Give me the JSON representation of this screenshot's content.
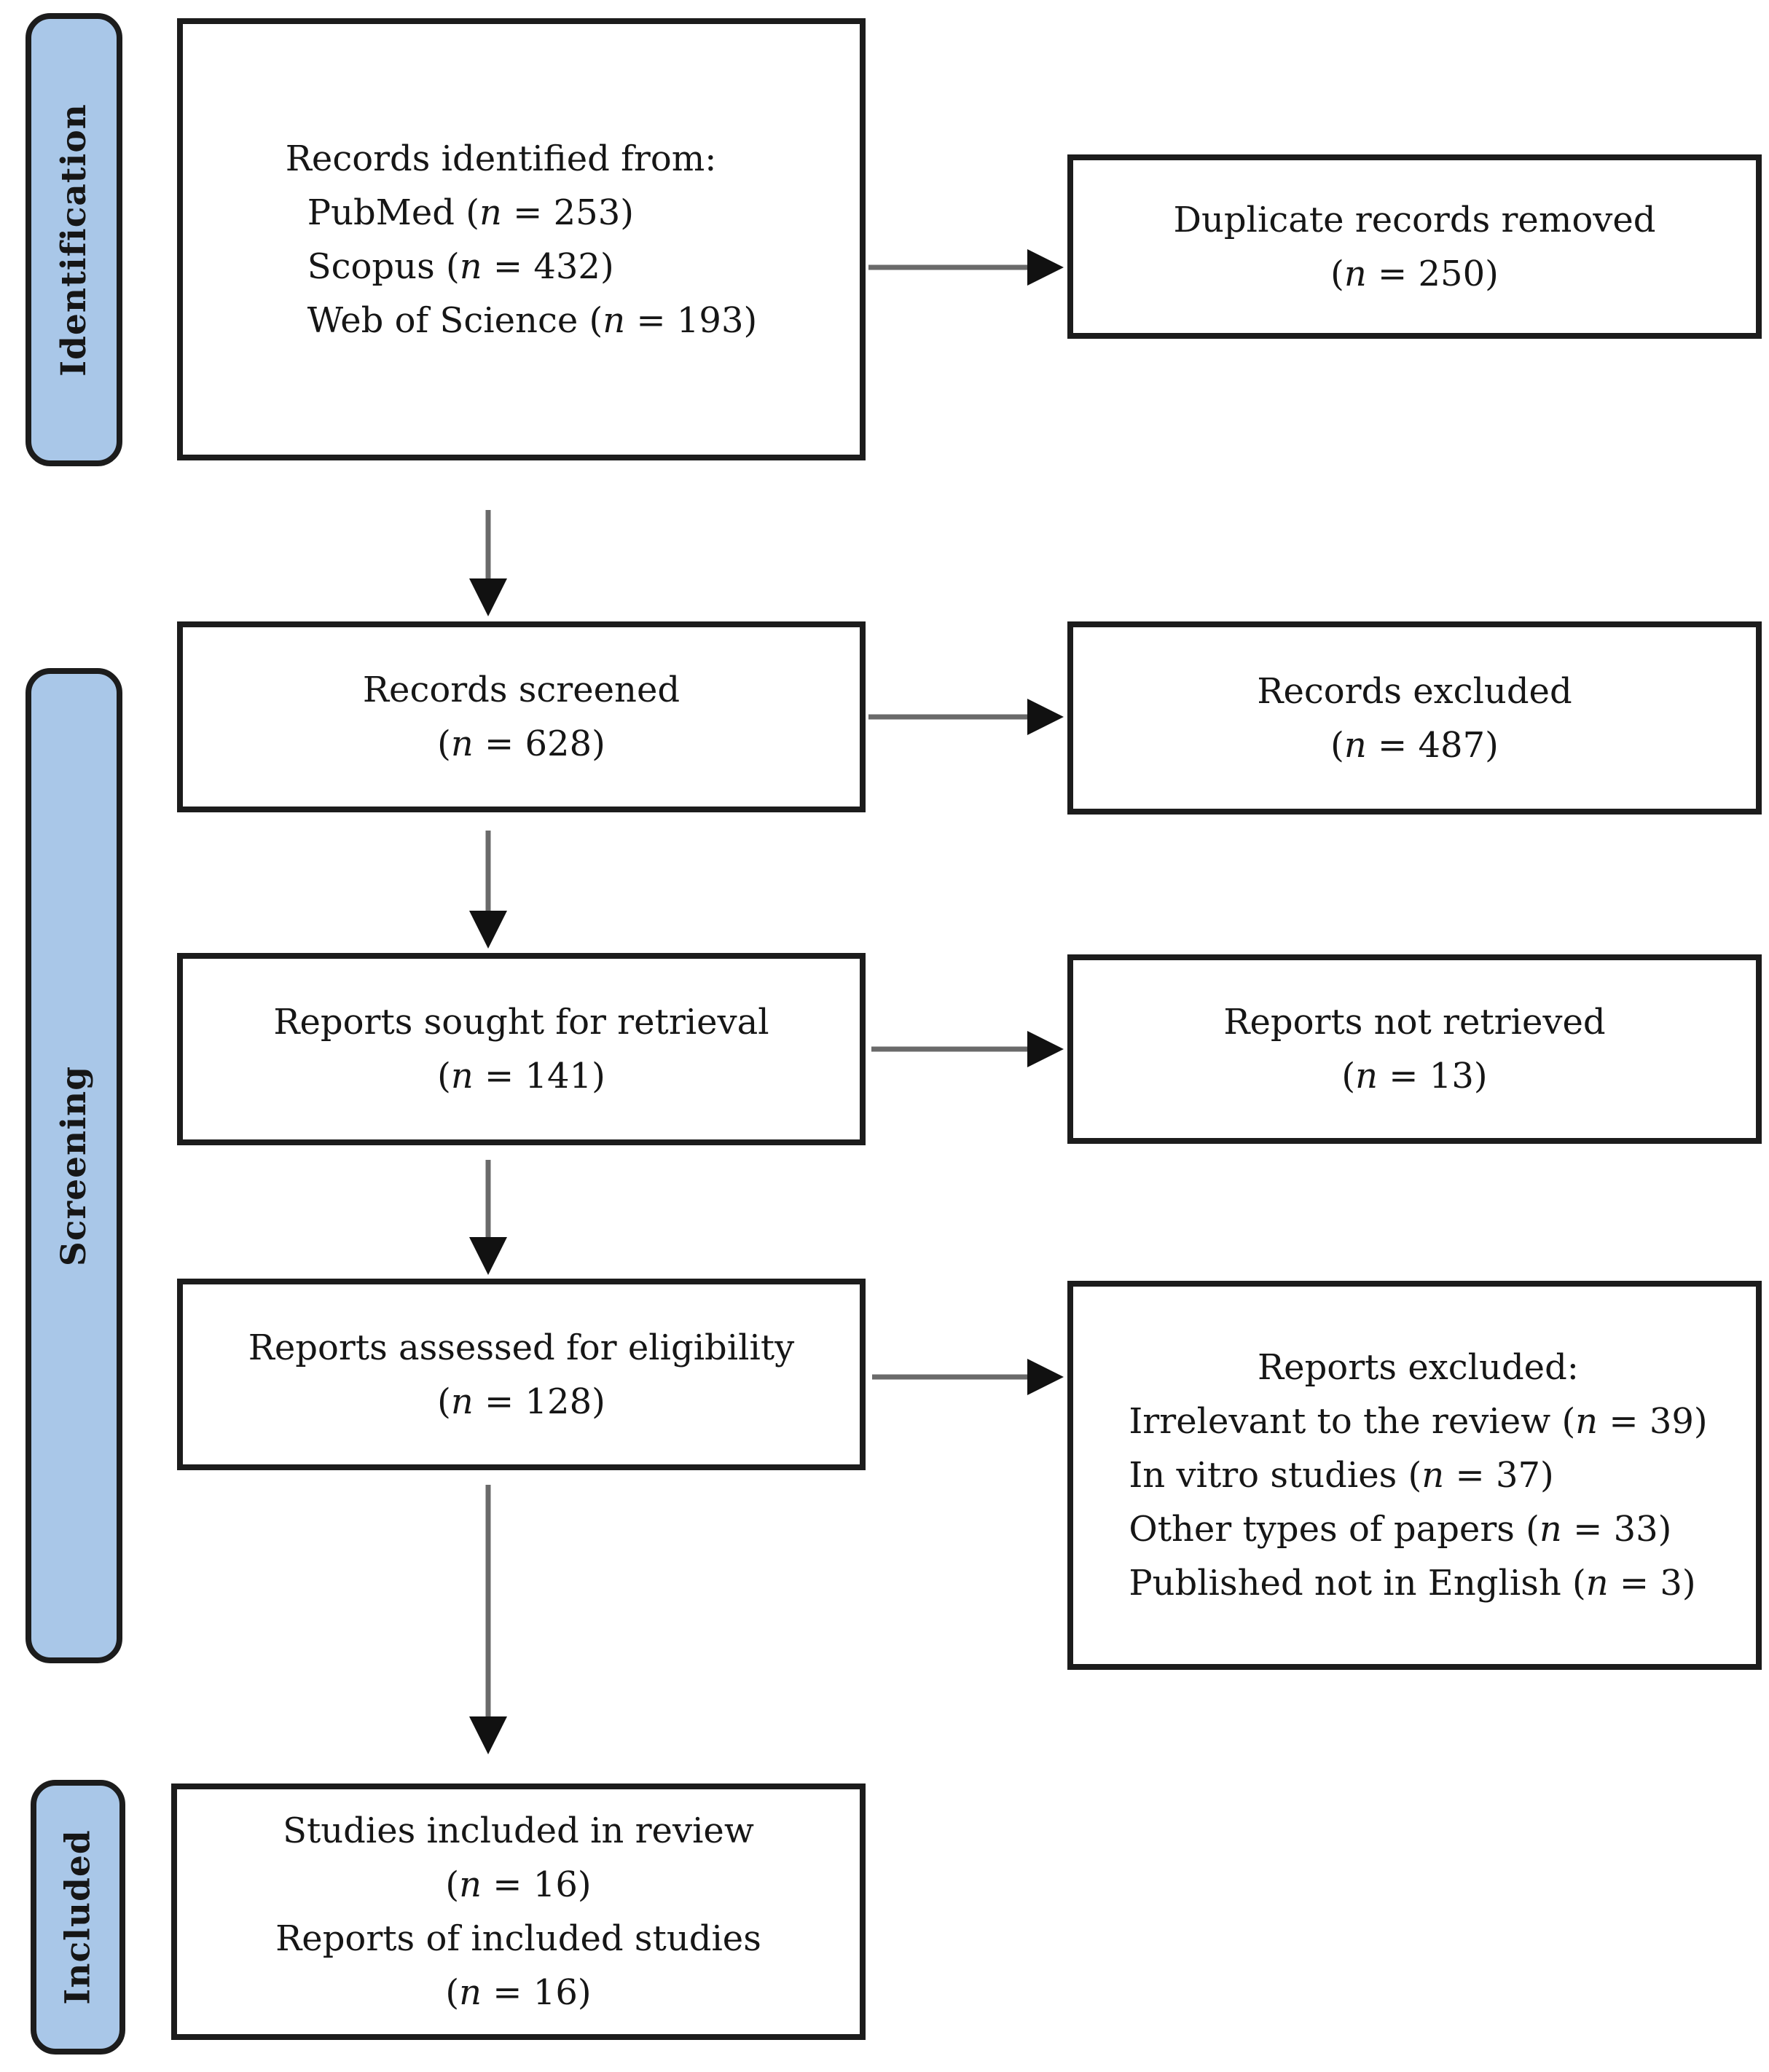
{
  "figure": {
    "stages": [
      {
        "label": "Identification"
      },
      {
        "label": "Screening"
      },
      {
        "label": "Included"
      }
    ],
    "flow_boxes": [
      {
        "lines": [
          "Records identified from:",
          "PubMed (n = 253)",
          "Scopus (n = 432)",
          "Web of Science (n = 193)"
        ]
      },
      {
        "lines": [
          "Records screened",
          "(n = 628)"
        ]
      },
      {
        "lines": [
          "Reports sought for retrieval",
          "(n = 141)"
        ]
      },
      {
        "lines": [
          "Reports assessed for eligibility",
          "(n = 128)"
        ]
      },
      {
        "lines": [
          "Studies included in review",
          "(n = 16)",
          "Reports of included studies",
          "(n = 16)"
        ]
      }
    ],
    "side_boxes": [
      {
        "lines": [
          "Duplicate records removed",
          "(n = 250)"
        ]
      },
      {
        "lines": [
          "Records excluded",
          "(n = 487)"
        ]
      },
      {
        "lines": [
          "Reports not retrieved",
          "(n = 13)"
        ]
      },
      {
        "lines": [
          "Reports excluded:",
          "Irrelevant to the review (n = 39)",
          "In vitro studies (n = 37)",
          "Other types of papers (n = 33)",
          "Published not in English (n = 3)"
        ]
      }
    ],
    "colors": {
      "stage_fill": "#a9c7e8",
      "border": "#1c1c1c",
      "arrow_stem": "#6a6a6a",
      "arrow_head": "#111111",
      "background": "#ffffff",
      "text": "#161616"
    }
  }
}
